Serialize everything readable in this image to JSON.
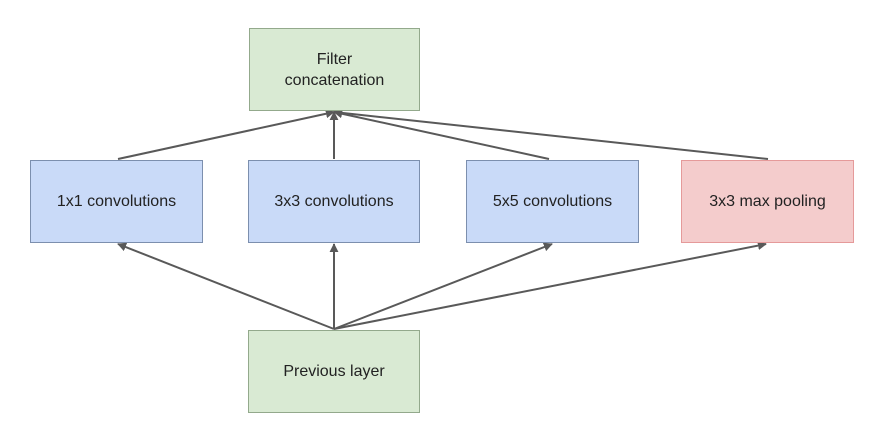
{
  "nodes": {
    "filter_concatenation": "Filter\nconcatenation",
    "conv_1x1": "1x1 convolutions",
    "conv_3x3": "3x3 convolutions",
    "conv_5x5": "5x5 convolutions",
    "max_pool_3x3": "3x3 max pooling",
    "previous_layer": "Previous layer"
  },
  "colors": {
    "green_fill": "#d9ead3",
    "blue_fill": "#c9daf8",
    "red_fill": "#f4cccc",
    "edge": "#595959"
  },
  "edges": [
    {
      "from": "previous_layer",
      "to": "conv_1x1"
    },
    {
      "from": "previous_layer",
      "to": "conv_3x3"
    },
    {
      "from": "previous_layer",
      "to": "conv_5x5"
    },
    {
      "from": "previous_layer",
      "to": "max_pool_3x3"
    },
    {
      "from": "conv_1x1",
      "to": "filter_concatenation"
    },
    {
      "from": "conv_3x3",
      "to": "filter_concatenation"
    },
    {
      "from": "conv_5x5",
      "to": "filter_concatenation"
    },
    {
      "from": "max_pool_3x3",
      "to": "filter_concatenation"
    }
  ]
}
